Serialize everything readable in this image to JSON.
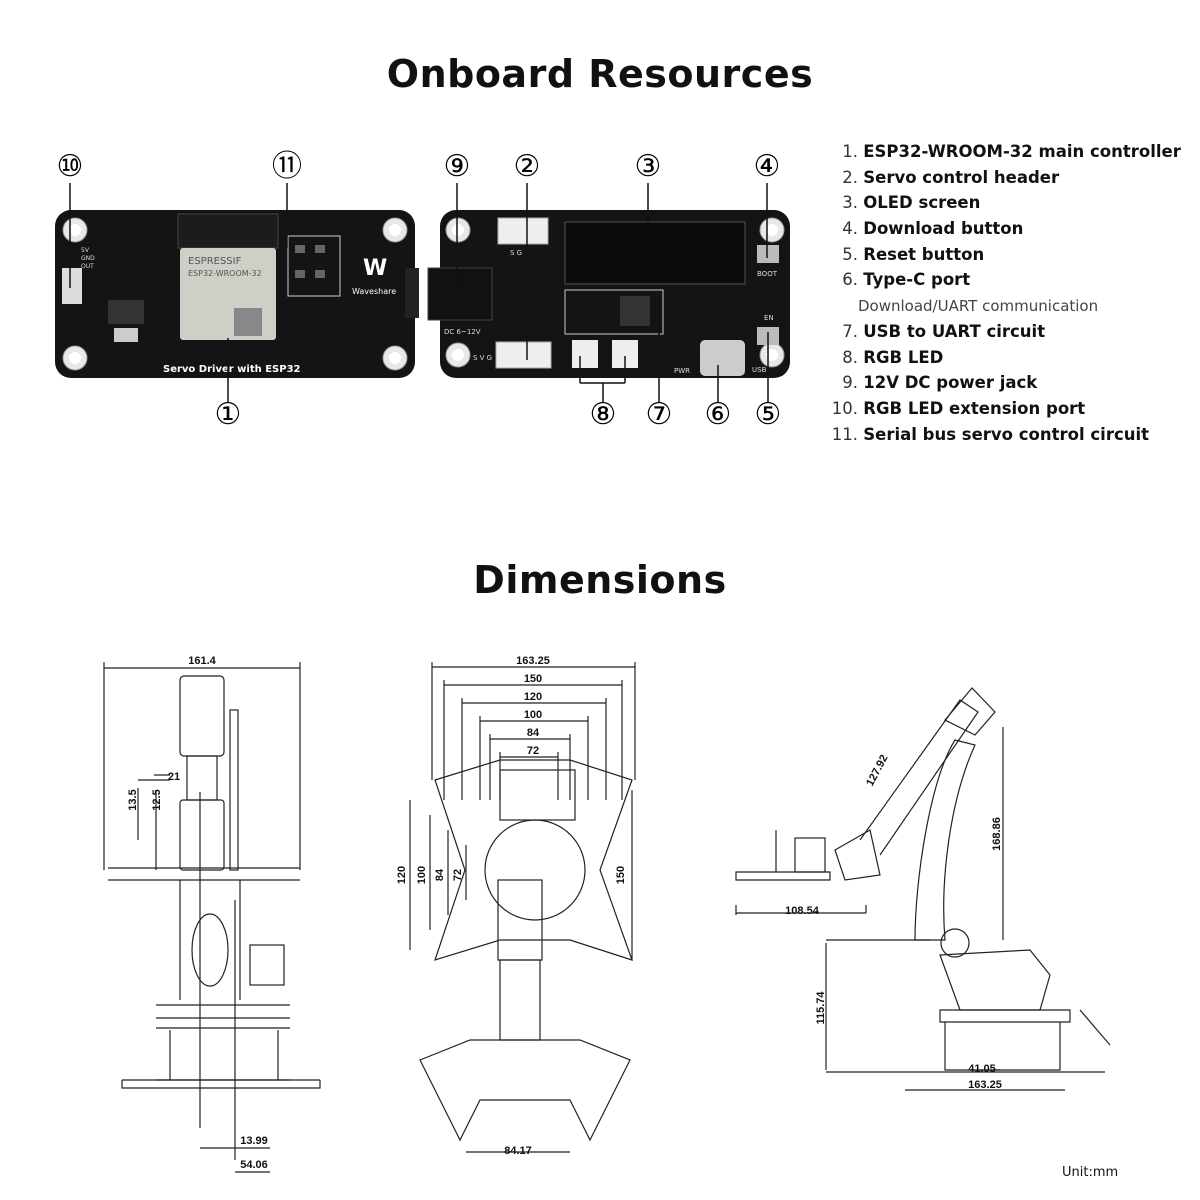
{
  "titles": {
    "resources": "Onboard Resources",
    "dimensions": "Dimensions"
  },
  "board_front": {
    "silkscreen": "Servo Driver with ESP32",
    "module_brand": "ESPRESSIF",
    "module_model": "ESP32-WROOM-32",
    "logo_text": "Waveshare",
    "pin_labels": [
      "5V",
      "GND",
      "OUT"
    ]
  },
  "board_back": {
    "labels": {
      "dc": "DC 6~12V",
      "svg_top": "S    G",
      "svg_bottom": "S V G",
      "boot": "BOOT",
      "en": "EN",
      "pwr": "PWR",
      "usb": "USB"
    }
  },
  "callouts": [
    "①",
    "②",
    "③",
    "④",
    "⑤",
    "⑥",
    "⑦",
    "⑧",
    "⑨",
    "⑩",
    "⑪"
  ],
  "resources": [
    {
      "num": "1.",
      "label": "ESP32-WROOM-32 main controller"
    },
    {
      "num": "2.",
      "label": "Servo control header"
    },
    {
      "num": "3.",
      "label": "OLED screen"
    },
    {
      "num": "4.",
      "label": "Download button"
    },
    {
      "num": "5.",
      "label": "Reset button"
    },
    {
      "num": "6.",
      "label": "Type-C port",
      "sub": "Download/UART communication"
    },
    {
      "num": "7.",
      "label": "USB to UART circuit"
    },
    {
      "num": "8.",
      "label": "RGB LED"
    },
    {
      "num": "9.",
      "label": "12V DC power jack"
    },
    {
      "num": "10.",
      "label": "RGB LED extension port"
    },
    {
      "num": "11.",
      "label": "Serial bus servo control circuit"
    }
  ],
  "dimensions": {
    "front_view": [
      "161.4",
      "21",
      "13.5",
      "12.5",
      "13.99",
      "54.06"
    ],
    "top_view": [
      "163.25",
      "150",
      "120",
      "100",
      "84",
      "72",
      "120",
      "100",
      "84",
      "72",
      "150",
      "84.17"
    ],
    "side_view": [
      "127.92",
      "168.86",
      "108.54",
      "115.74",
      "41.05",
      "163.25"
    ],
    "unit": "Unit:mm"
  },
  "colors": {
    "pcb": "#141414",
    "text": "#111111"
  }
}
